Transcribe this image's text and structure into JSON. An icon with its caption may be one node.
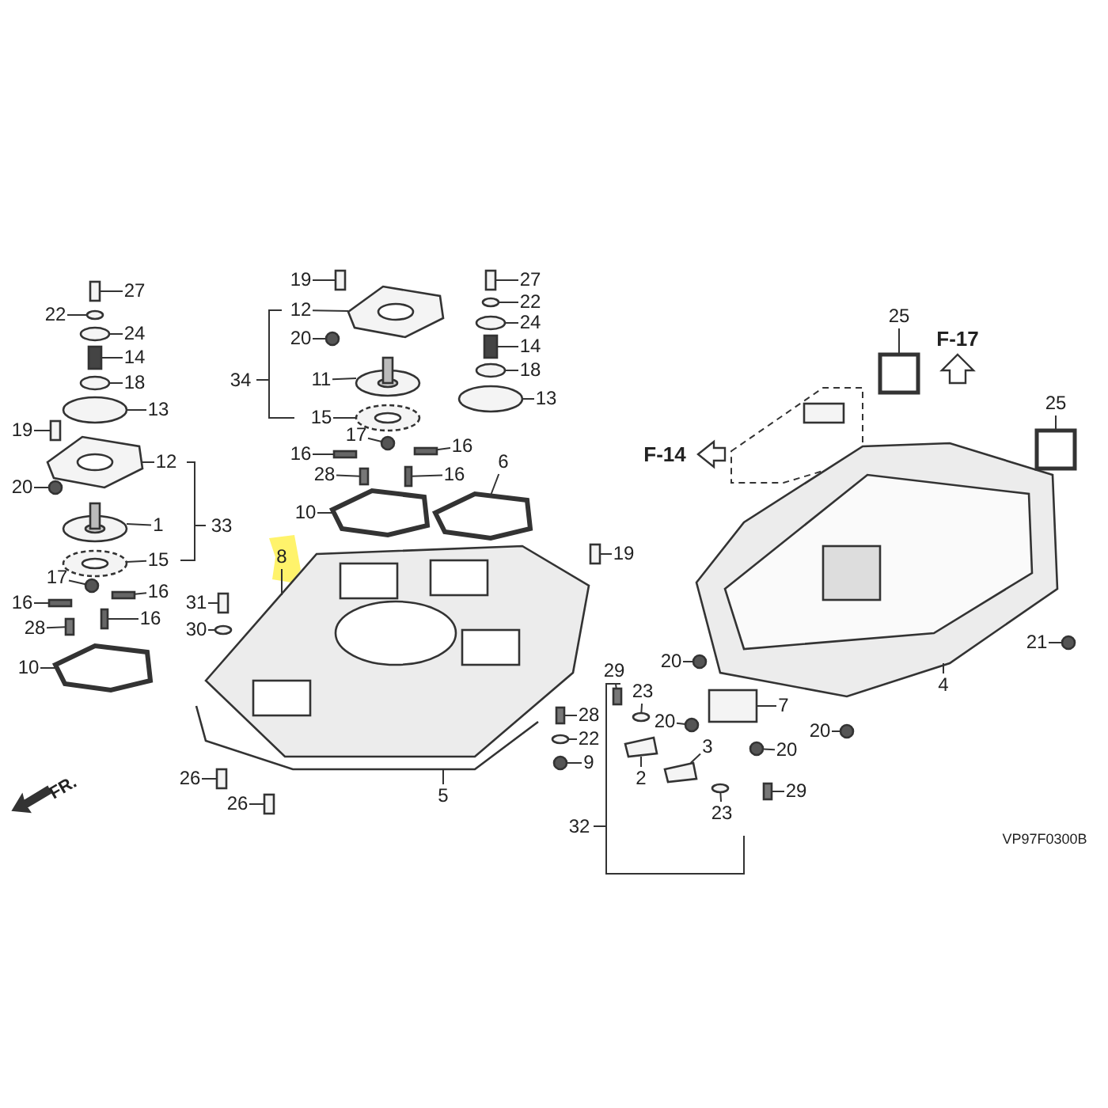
{
  "diagram": {
    "nodes": [
      {
        "text": [
          "27"
        ]
      },
      {
        "text": [
          "22"
        ]
      },
      {
        "text": [
          "24"
        ]
      },
      {
        "text": [
          "14"
        ]
      },
      {
        "text": [
          "18"
        ]
      },
      {
        "text": [
          "13"
        ]
      },
      {
        "text": [
          "19"
        ]
      },
      {
        "text": [
          "12"
        ]
      },
      {
        "text": [
          "20"
        ]
      },
      {
        "text": [
          "1"
        ]
      },
      {
        "text": [
          "15"
        ]
      },
      {
        "text": [
          "17"
        ]
      },
      {
        "text": [
          "16"
        ]
      },
      {
        "text": [
          "16"
        ]
      },
      {
        "text": [
          "16"
        ]
      },
      {
        "text": [
          "28"
        ]
      },
      {
        "text": [
          "10"
        ]
      },
      {
        "text": [
          "31"
        ]
      },
      {
        "text": [
          "30"
        ]
      },
      {
        "text": [
          "26"
        ]
      },
      {
        "text": [
          "26"
        ]
      },
      {
        "text": [
          "19"
        ]
      },
      {
        "text": [
          "12"
        ]
      },
      {
        "text": [
          "20"
        ]
      },
      {
        "text": [
          "11"
        ]
      },
      {
        "text": [
          "15"
        ]
      },
      {
        "text": [
          "17"
        ]
      },
      {
        "text": [
          "16"
        ]
      },
      {
        "text": [
          "16"
        ]
      },
      {
        "text": [
          "28"
        ]
      },
      {
        "text": [
          "16"
        ]
      },
      {
        "text": [
          "10"
        ]
      },
      {
        "text": [
          "27"
        ]
      },
      {
        "text": [
          "22"
        ]
      },
      {
        "text": [
          "24"
        ]
      },
      {
        "text": [
          "14"
        ]
      },
      {
        "text": [
          "18"
        ]
      },
      {
        "text": [
          "13"
        ]
      },
      {
        "text": [
          "6"
        ]
      },
      {
        "text": [
          "8"
        ]
      },
      {
        "text": [
          "19"
        ]
      },
      {
        "text": [
          "5"
        ]
      },
      {
        "text": [
          "28"
        ]
      },
      {
        "text": [
          "22"
        ]
      },
      {
        "text": [
          "9"
        ]
      },
      {
        "text": [
          "29"
        ]
      },
      {
        "text": [
          "23"
        ]
      },
      {
        "text": [
          "2"
        ]
      },
      {
        "text": [
          "3"
        ]
      },
      {
        "text": [
          "23"
        ]
      },
      {
        "text": [
          "29"
        ]
      },
      {
        "text": [
          "20"
        ]
      },
      {
        "text": [
          "20"
        ]
      },
      {
        "text": [
          "7"
        ]
      },
      {
        "text": [
          "20"
        ]
      },
      {
        "text": [
          "20"
        ]
      },
      {
        "text": [
          "4"
        ]
      },
      {
        "text": [
          "21"
        ]
      },
      {
        "text": [
          "25"
        ]
      },
      {
        "text": [
          "25"
        ]
      },
      {
        "text": [],
        "shape": "box"
      },
      {
        "text": [],
        "shape": "circle"
      },
      {
        "text": [],
        "shape": "circle"
      },
      {
        "text": [],
        "shape": "box"
      },
      {
        "text": [],
        "shape": "circle"
      },
      {
        "text": [],
        "shape": "circle"
      },
      {
        "text": [],
        "shape": "box"
      },
      {
        "text": [],
        "shape": "picture"
      },
      {
        "text": [],
        "shape": "circle"
      },
      {
        "text": [],
        "shape": "picture"
      },
      {
        "text": [],
        "shape": "picture"
      },
      {
        "text": [],
        "shape": "circle"
      },
      {
        "text": [],
        "shape": "box"
      },
      {
        "text": [],
        "shape": "box"
      },
      {
        "text": [],
        "shape": "box"
      },
      {
        "text": [],
        "shape": "box"
      },
      {
        "text": [],
        "shape": "picture"
      },
      {
        "text": [],
        "shape": "box"
      },
      {
        "text": [],
        "shape": "circle"
      },
      {
        "text": [],
        "shape": "box"
      },
      {
        "text": [],
        "shape": "box"
      },
      {
        "text": [],
        "shape": "box"
      },
      {
        "text": [],
        "shape": "picture"
      },
      {
        "text": [],
        "shape": "circle"
      },
      {
        "text": [],
        "shape": "picture"
      },
      {
        "text": [],
        "shape": "picture"
      },
      {
        "text": [],
        "shape": "circle"
      },
      {
        "text": [],
        "shape": "box"
      },
      {
        "text": [],
        "shape": "box"
      },
      {
        "text": [],
        "shape": "box"
      },
      {
        "text": [],
        "shape": "box"
      },
      {
        "text": [],
        "shape": "picture"
      },
      {
        "text": [],
        "shape": "box"
      },
      {
        "text": [],
        "shape": "circle"
      },
      {
        "text": [],
        "shape": "circle"
      },
      {
        "text": [],
        "shape": "box"
      },
      {
        "text": [],
        "shape": "circle"
      },
      {
        "text": [],
        "shape": "circle"
      },
      {
        "text": [],
        "shape": "picture"
      },
      {
        "text": [],
        "shape": "picture"
      },
      {
        "text": [],
        "shape": "box"
      },
      {
        "text": [],
        "shape": "picture"
      },
      {
        "text": [],
        "shape": "box"
      },
      {
        "text": [],
        "shape": "circle"
      },
      {
        "text": [],
        "shape": "circle"
      },
      {
        "text": [],
        "shape": "box"
      },
      {
        "text": [],
        "shape": "circle"
      },
      {
        "text": [],
        "shape": "picture"
      },
      {
        "text": [],
        "shape": "picture"
      },
      {
        "text": [],
        "shape": "circle"
      },
      {
        "text": [],
        "shape": "box"
      },
      {
        "text": [],
        "shape": "circle"
      },
      {
        "text": [],
        "shape": "circle"
      },
      {
        "text": [],
        "shape": "box"
      },
      {
        "text": [],
        "shape": "circle"
      },
      {
        "text": [],
        "shape": "circle"
      },
      {
        "text": [],
        "shape": "picture"
      },
      {
        "text": [],
        "shape": "circle"
      },
      {
        "text": [],
        "shape": "box"
      },
      {
        "text": [],
        "shape": "box"
      }
    ],
    "edges": [
      {
        "from": 0,
        "to": 60,
        "arrow": "none"
      },
      {
        "from": 1,
        "to": 61,
        "arrow": "none"
      },
      {
        "from": 2,
        "to": 62,
        "arrow": "none"
      },
      {
        "from": 3,
        "to": 63,
        "arrow": "none"
      },
      {
        "from": 4,
        "to": 64,
        "arrow": "none"
      },
      {
        "from": 5,
        "to": 65,
        "arrow": "none"
      },
      {
        "from": 6,
        "to": 66,
        "arrow": "none"
      },
      {
        "from": 7,
        "to": 67,
        "arrow": "none"
      },
      {
        "from": 8,
        "to": 68,
        "arrow": "none"
      },
      {
        "from": 9,
        "to": 69,
        "arrow": "none"
      },
      {
        "from": 10,
        "to": 70,
        "arrow": "none"
      },
      {
        "from": 11,
        "to": 71,
        "arrow": "none"
      },
      {
        "from": 12,
        "to": 72,
        "arrow": "none"
      },
      {
        "from": 13,
        "to": 73,
        "arrow": "none"
      },
      {
        "from": 14,
        "to": 74,
        "arrow": "none"
      },
      {
        "from": 15,
        "to": 75,
        "arrow": "none"
      },
      {
        "from": 16,
        "to": 76,
        "arrow": "none"
      },
      {
        "from": 17,
        "to": 77,
        "arrow": "none"
      },
      {
        "from": 18,
        "to": 78,
        "arrow": "none"
      },
      {
        "from": 19,
        "to": 79,
        "arrow": "none"
      },
      {
        "from": 20,
        "to": 80,
        "arrow": "none"
      },
      {
        "from": 21,
        "to": 81,
        "arrow": "none"
      },
      {
        "from": 22,
        "to": 82,
        "arrow": "none"
      },
      {
        "from": 23,
        "to": 83,
        "arrow": "none"
      },
      {
        "from": 24,
        "to": 84,
        "arrow": "none"
      },
      {
        "from": 25,
        "to": 85,
        "arrow": "none"
      },
      {
        "from": 26,
        "to": 86,
        "arrow": "none"
      },
      {
        "from": 27,
        "to": 87,
        "arrow": "none"
      },
      {
        "from": 28,
        "to": 88,
        "arrow": "none"
      },
      {
        "from": 29,
        "to": 89,
        "arrow": "none"
      },
      {
        "from": 30,
        "to": 90,
        "arrow": "none"
      },
      {
        "from": 31,
        "to": 91,
        "arrow": "none"
      },
      {
        "from": 32,
        "to": 92,
        "arrow": "none"
      },
      {
        "from": 33,
        "to": 93,
        "arrow": "none"
      },
      {
        "from": 34,
        "to": 94,
        "arrow": "none"
      },
      {
        "from": 35,
        "to": 95,
        "arrow": "none"
      },
      {
        "from": 36,
        "to": 96,
        "arrow": "none"
      },
      {
        "from": 37,
        "to": 97,
        "arrow": "none"
      },
      {
        "from": 38,
        "to": 98,
        "arrow": "none"
      },
      {
        "from": 39,
        "to": 99,
        "arrow": "none"
      },
      {
        "from": 40,
        "to": 100,
        "arrow": "none"
      },
      {
        "from": 41,
        "to": 101,
        "arrow": "none"
      },
      {
        "from": 42,
        "to": 102,
        "arrow": "none"
      },
      {
        "from": 43,
        "to": 103,
        "arrow": "none"
      },
      {
        "from": 44,
        "to": 104,
        "arrow": "none"
      },
      {
        "from": 45,
        "to": 105,
        "arrow": "none"
      },
      {
        "from": 46,
        "to": 106,
        "arrow": "none"
      },
      {
        "from": 47,
        "to": 107,
        "arrow": "none"
      },
      {
        "from": 48,
        "to": 108,
        "arrow": "none"
      },
      {
        "from": 49,
        "to": 109,
        "arrow": "none"
      },
      {
        "from": 50,
        "to": 110,
        "arrow": "none"
      },
      {
        "from": 51,
        "to": 111,
        "arrow": "none"
      },
      {
        "from": 52,
        "to": 112,
        "arrow": "none"
      },
      {
        "from": 53,
        "to": 113,
        "arrow": "none"
      },
      {
        "from": 54,
        "to": 114,
        "arrow": "none"
      },
      {
        "from": 55,
        "to": 115,
        "arrow": "none"
      },
      {
        "from": 56,
        "to": 116,
        "arrow": "none"
      },
      {
        "from": 57,
        "to": 117,
        "arrow": "none"
      },
      {
        "from": 58,
        "to": 118,
        "arrow": "none"
      },
      {
        "from": 59,
        "to": 119,
        "arrow": "none"
      }
    ],
    "labels": [
      "34",
      "F-17",
      "F-14",
      "33",
      "FR.",
      "32",
      "VP97F0300B"
    ]
  }
}
